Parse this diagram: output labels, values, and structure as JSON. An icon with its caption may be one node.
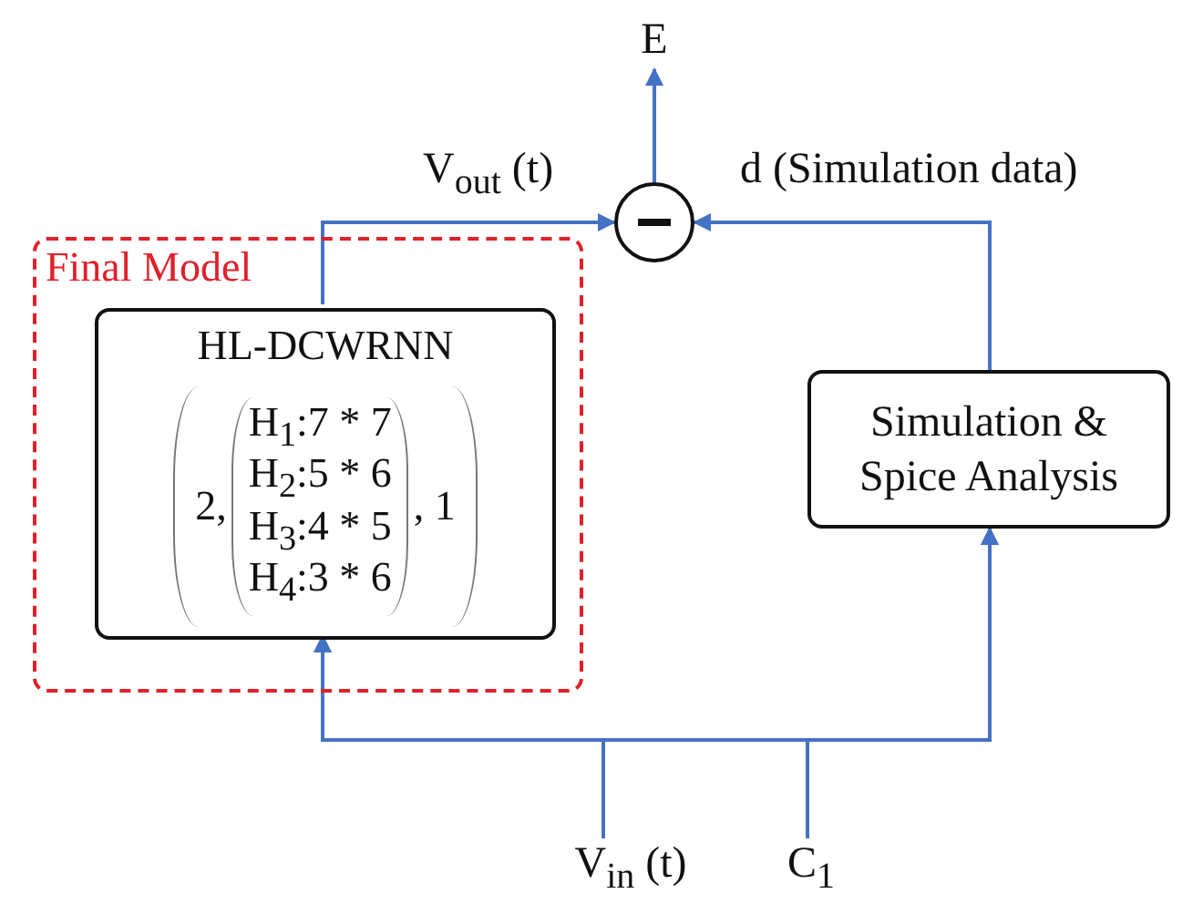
{
  "diagram": {
    "nodes": [
      {
        "text": [
          "Final Model"
        ]
      },
      {
        "text": [
          "HL-DCWRNN",
          "2,",
          "H$_{1}$:7 * 7",
          "H$_{2}$:5 * 6",
          "H$_{3}$:4 * 5",
          "H$_{4}$:3 * 6",
          ", 1"
        ],
        "in": 0
      },
      {
        "text": [
          "Simulation & Spice Analysis"
        ]
      },
      {
        "text": [],
        "shape": "circle"
      },
      {
        "text": [
          "E"
        ]
      },
      {
        "text": [
          "V$_{in}$ (t)"
        ]
      },
      {
        "text": [
          "C$_{1}$"
        ]
      }
    ],
    "edges": [
      {
        "from": 1,
        "to": 3,
        "arrow": "to",
        "label": "V$_{out}$ (t)"
      },
      {
        "from": 2,
        "to": 3,
        "arrow": "to",
        "label": "d (Simulation data)"
      },
      {
        "from": 3,
        "to": 4,
        "arrow": "to"
      },
      {
        "from": 5,
        "to": 1,
        "arrow": "to"
      },
      {
        "from": 5,
        "to": 2,
        "arrow": "to"
      },
      {
        "from": 6,
        "to": 1,
        "arrow": "to"
      },
      {
        "from": 6,
        "to": 2,
        "arrow": "to"
      }
    ]
  }
}
